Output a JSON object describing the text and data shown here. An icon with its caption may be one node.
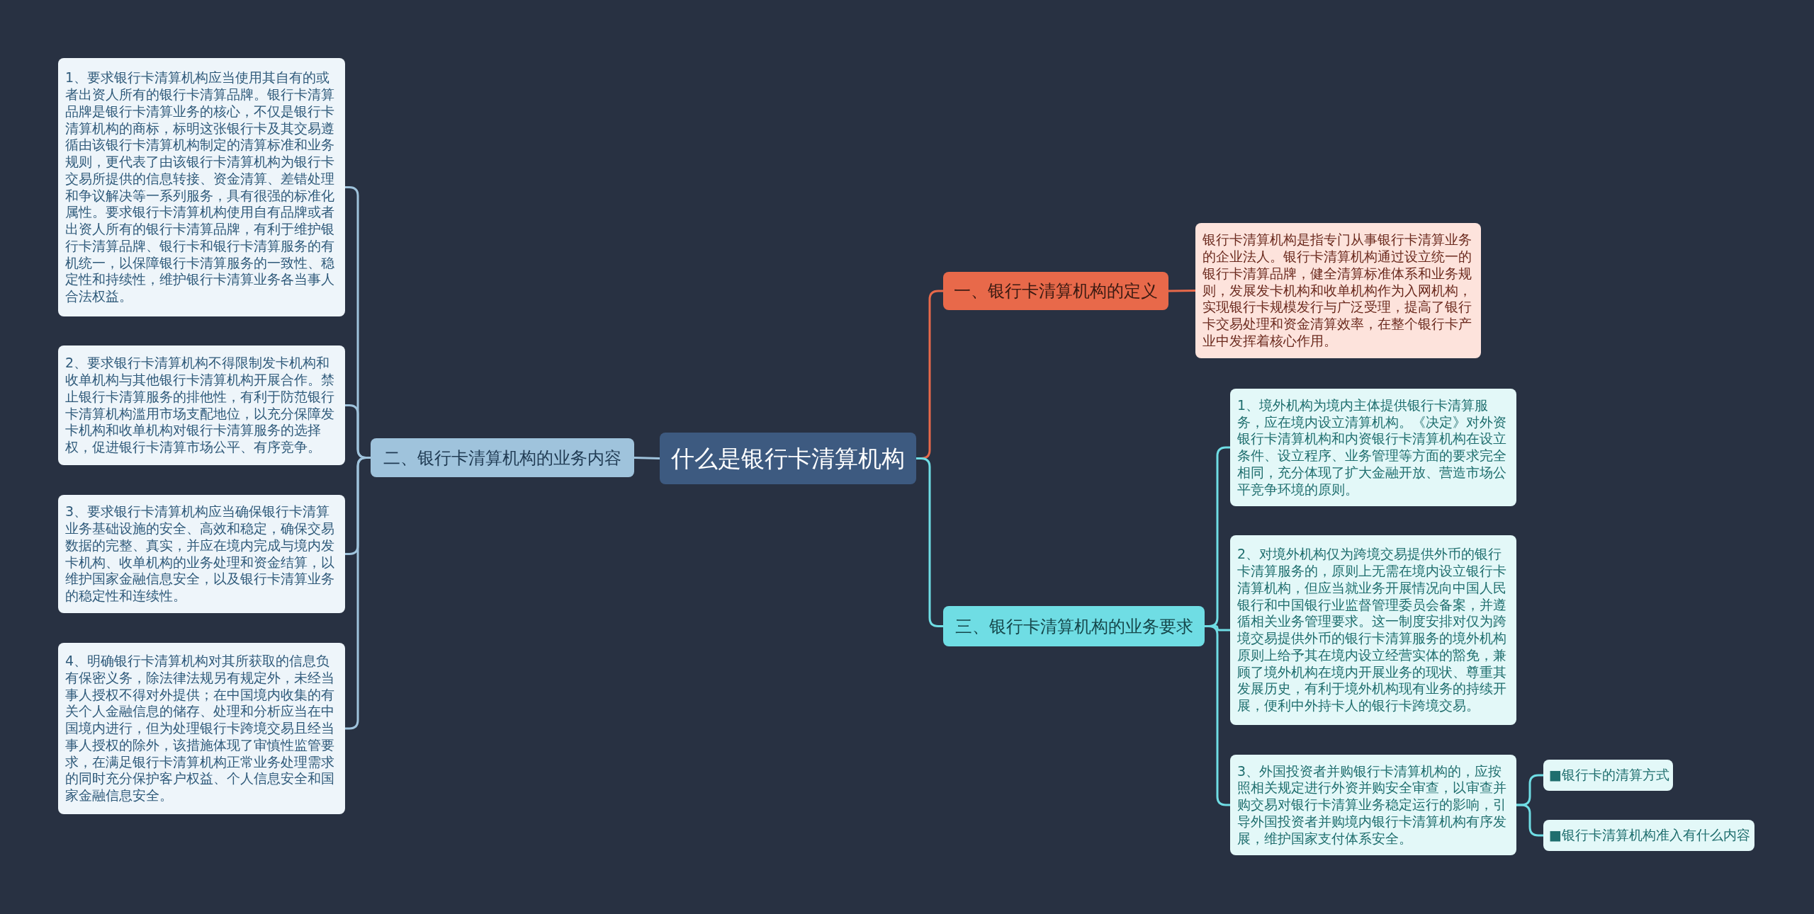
{
  "diagram": {
    "nodes": [
      {
        "text": [
          "什么是银行卡清算机构"
        ]
      },
      {
        "text": [
          "一、银行卡清算机构的定义"
        ]
      },
      {
        "text": [
          "银行卡清算机构是指专门从事银行卡清算业务的企业法人。银行卡清算机构通过设立统一的银行卡清算品牌，健全清算标准体系和业务规则，发展发卡机构和收单机构作为入网机构，实现银行卡规模发行与广泛受理，提高了银行卡交易处理和资金清算效率，在整个银行卡产业中发挥着核心作用。"
        ]
      },
      {
        "text": [
          "二、银行卡清算机构的业务内容"
        ]
      },
      {
        "text": [
          "1、要求银行卡清算机构应当使用其自有的或者出资人所有的银行卡清算品牌。银行卡清算品牌是银行卡清算业务的核心，不仅是银行卡清算机构的商标，标明这张银行卡及其交易遵循由该银行卡清算机构制定的清算标准和业务规则，更代表了由该银行卡清算机构为银行卡交易所提供的信息转接、资金清算、差错处理和争议解决等一系列服务，具有很强的标准化属性。要求银行卡清算机构使用自有品牌或者出资人所有的银行卡清算品牌，有利于维护银行卡清算品牌、银行卡和银行卡清算服务的有机统一，以保障银行卡清算服务的一致性、稳定性和持续性，维护银行卡清算业务各当事人合法权益。"
        ]
      },
      {
        "text": [
          "2、要求银行卡清算机构不得限制发卡机构和收单机构与其他银行卡清算机构开展合作。禁止银行卡清算服务的排他性，有利于防范银行卡清算机构滥用市场支配地位，以充分保障发卡机构和收单机构对银行卡清算服务的选择权，促进银行卡清算市场公平、有序竞争。"
        ]
      },
      {
        "text": [
          "3、要求银行卡清算机构应当确保银行卡清算业务基础设施的安全、高效和稳定，确保交易数据的完整、真实，并应在境内完成与境内发卡机构、收单机构的业务处理和资金结算，以维护国家金融信息安全，以及银行卡清算业务的稳定性和连续性。"
        ]
      },
      {
        "text": [
          "4、明确银行卡清算机构对其所获取的信息负有保密义务，除法律法规另有规定外，未经当事人授权不得对外提供；在中国境内收集的有关个人金融信息的储存、处理和分析应当在中国境内进行，但为处理银行卡跨境交易且经当事人授权的除外，该措施体现了审慎性监管要求，在满足银行卡清算机构正常业务处理需求的同时充分保护客户权益、个人信息安全和国家金融信息安全。"
        ]
      },
      {
        "text": [
          "三、银行卡清算机构的业务要求"
        ]
      },
      {
        "text": [
          "1、境外机构为境内主体提供银行卡清算服务，应在境内设立清算机构。《决定》对外资银行卡清算机构和内资银行卡清算机构在设立条件、设立程序、业务管理等方面的要求完全相同，充分体现了扩大金融开放、营造市场公平竞争环境的原则。"
        ]
      },
      {
        "text": [
          "2、对境外机构仅为跨境交易提供外币的银行卡清算服务的，原则上无需在境内设立银行卡清算机构，但应当就业务开展情况向中国人民银行和中国银行业监督管理委员会备案，并遵循相关业务管理要求。这一制度安排对仅为跨境交易提供外币的银行卡清算服务的境外机构原则上给予其在境内设立经营实体的豁免，兼顾了境外机构在境内开展业务的现状、尊重其发展历史，有利于境外机构现有业务的持续开展，便利中外持卡人的银行卡跨境交易。"
        ]
      },
      {
        "text": [
          "3、外国投资者并购银行卡清算机构的，应按照相关规定进行外资并购安全审查，以审查并购交易对银行卡清算业务稳定运行的影响，引导外国投资者并购境内银行卡清算机构有序发展，维护国家支付体系安全。"
        ]
      },
      {
        "text": [
          "■银行卡的清算方式"
        ]
      },
      {
        "text": [
          "■银行卡清算机构准入有什么内容"
        ]
      }
    ],
    "edges": [
      {
        "from": 0,
        "to": 1,
        "arrow": "none",
        "color": "#e8694a"
      },
      {
        "from": 1,
        "to": 2,
        "arrow": "none",
        "color": "#e8694a"
      },
      {
        "from": 0,
        "to": 3,
        "arrow": "none",
        "color": "#9fc3dc"
      },
      {
        "from": 3,
        "to": 4,
        "arrow": "none",
        "color": "#9fc3dc"
      },
      {
        "from": 3,
        "to": 5,
        "arrow": "none",
        "color": "#9fc3dc"
      },
      {
        "from": 3,
        "to": 6,
        "arrow": "none",
        "color": "#9fc3dc"
      },
      {
        "from": 3,
        "to": 7,
        "arrow": "none",
        "color": "#9fc3dc"
      },
      {
        "from": 0,
        "to": 8,
        "arrow": "none",
        "color": "#6fdde4"
      },
      {
        "from": 8,
        "to": 9,
        "arrow": "none",
        "color": "#6fdde4"
      },
      {
        "from": 8,
        "to": 10,
        "arrow": "none",
        "color": "#6fdde4"
      },
      {
        "from": 8,
        "to": 11,
        "arrow": "none",
        "color": "#6fdde4"
      },
      {
        "from": 11,
        "to": 12,
        "arrow": "none",
        "color": "#6fdde4"
      },
      {
        "from": 11,
        "to": 13,
        "arrow": "none",
        "color": "#6fdde4"
      }
    ]
  }
}
